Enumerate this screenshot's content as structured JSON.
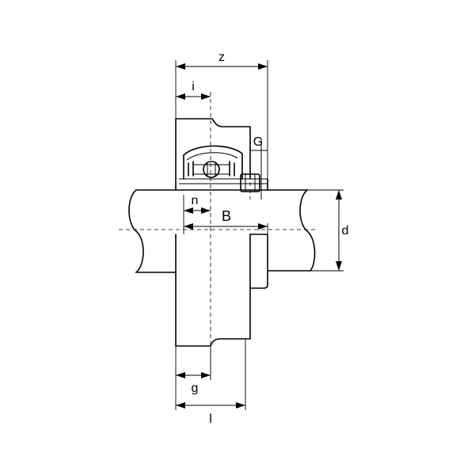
{
  "labels": {
    "z": "z",
    "i": "i",
    "G": "G",
    "n": "n",
    "B": "B",
    "d": "d",
    "g": "g",
    "l": "l"
  }
}
